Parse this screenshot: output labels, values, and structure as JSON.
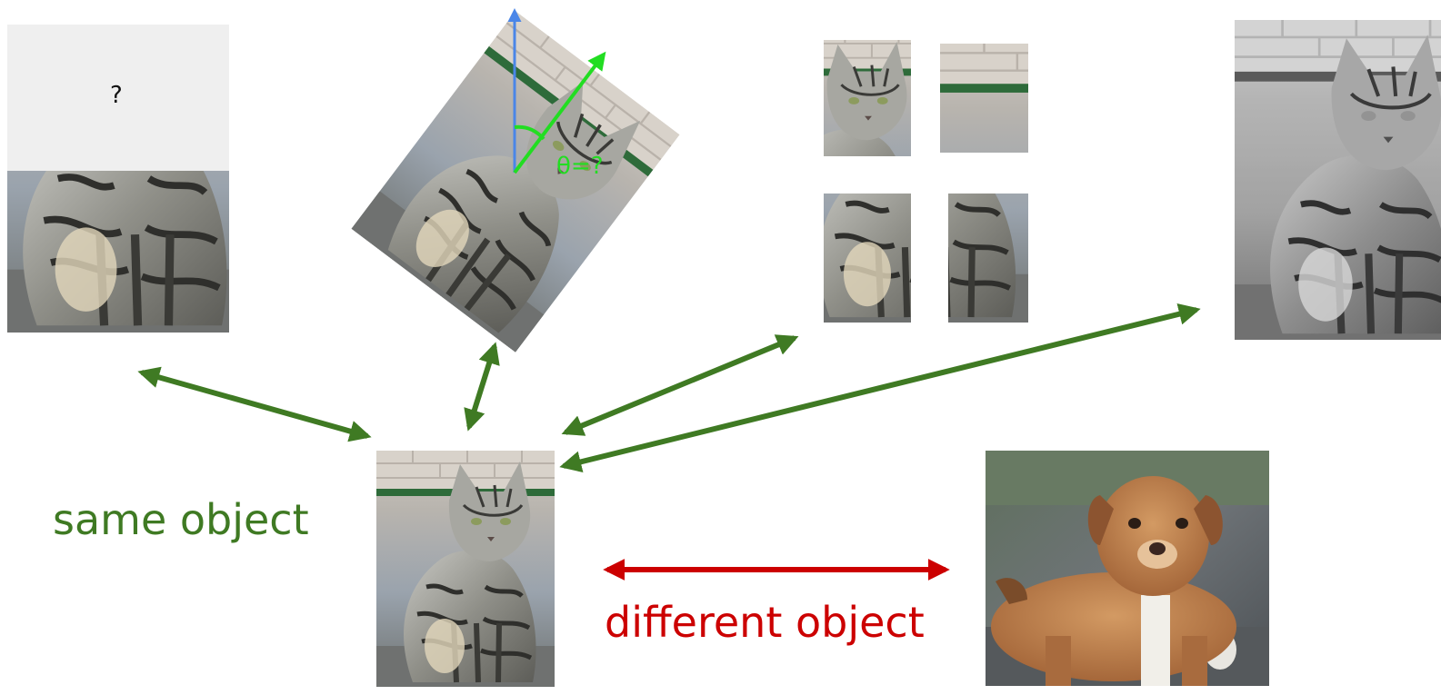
{
  "labels": {
    "same": "same object",
    "different": "different object",
    "theta": "θ=?",
    "question": "?"
  },
  "colors": {
    "same": "#3f7a23",
    "different": "#cc0000",
    "angle_line": "#22dd22",
    "vertical_axis": "#4a86e8",
    "masked_region": "#efefef"
  },
  "icons": {
    "anchor": "cat-photo",
    "inpainting": "cat-photo-top-masked",
    "rotation": "cat-photo-rotated",
    "jigsaw": "cat-photo-tiles",
    "colorization": "cat-photo-grayscale",
    "negative": "dog-photo"
  }
}
